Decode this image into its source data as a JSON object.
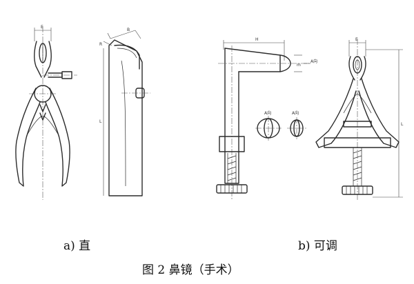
{
  "captions": {
    "part_a": "a) 直",
    "part_b": "b) 可调",
    "figure_title": "图 2  鼻镜（手术）"
  },
  "dimension_labels": {
    "a_width": "E",
    "a_tip": "B",
    "a_side": "R",
    "a_length": "L",
    "b_bar_length": "H",
    "b_tip": "m",
    "b_tip_ref": "A向",
    "b_section_1": "A向",
    "b_section_2": "A向",
    "b_width": "E",
    "b_length": "L"
  },
  "colors": {
    "line": "#2b2b2b",
    "text": "#111111",
    "background": "#ffffff"
  }
}
